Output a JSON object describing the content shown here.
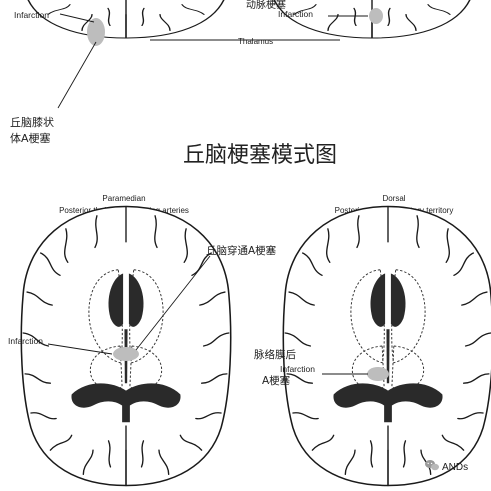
{
  "main_title": "丘脑梗塞模式图",
  "panels": {
    "top_left": {
      "infarction_label": "Infarction",
      "territory_cn_line1": "丘脑膝状",
      "territory_cn_line2": "体A梗塞"
    },
    "top_right": {
      "territory_cn": "动脉梗塞",
      "infarction_label": "Infarction",
      "thalamus_label": "Thalamus"
    },
    "bottom_left": {
      "header_line1": "Paramedian",
      "header_line2": "Posterior thalamoperforating arteries",
      "territory_cn": "丘脑穿通A梗塞",
      "infarction_label": "Infarction"
    },
    "bottom_right": {
      "header_line1": "Dorsal",
      "header_line2": "Posterior choroidal artery territory",
      "territory_cn_line1": "脉络膜后",
      "territory_cn_line2": "A梗塞",
      "infarction_label": "Infarction"
    }
  },
  "watermark": {
    "text": "ANDs",
    "icon": "wechat-icon"
  },
  "colors": {
    "outline": "#1a1a1a",
    "ventricle": "#2a2a2a",
    "infarct": "#bdbdbd",
    "background": "#ffffff"
  }
}
